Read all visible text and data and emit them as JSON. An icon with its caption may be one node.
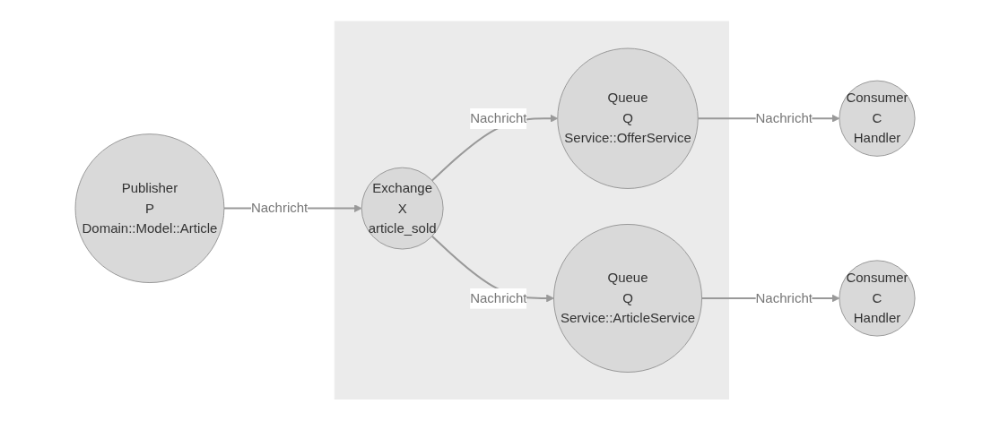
{
  "diagram": {
    "nodes": [
      {
        "text": [
          "Publisher",
          "P",
          "Domain::Model::Article"
        ]
      },
      {
        "text": [],
        "shape": "box"
      },
      {
        "text": [
          "Exchange",
          "X",
          "article_sold"
        ],
        "in": 1
      },
      {
        "text": [
          "Queue",
          "Q",
          "Service::OfferService"
        ],
        "in": 1
      },
      {
        "text": [
          "Queue",
          "Q",
          "Service::ArticleService"
        ],
        "in": 1
      },
      {
        "text": [
          "Consumer",
          "C",
          "Handler"
        ]
      },
      {
        "text": [
          "Consumer",
          "C",
          "Handler"
        ]
      }
    ],
    "edges": [
      {
        "from": 0,
        "to": 2,
        "arrow": "to",
        "label": "Nachricht"
      },
      {
        "from": 2,
        "to": 3,
        "arrow": "to",
        "label": "Nachricht"
      },
      {
        "from": 2,
        "to": 4,
        "arrow": "to",
        "label": "Nachricht"
      },
      {
        "from": 3,
        "to": 5,
        "arrow": "to",
        "label": "Nachricht"
      },
      {
        "from": 4,
        "to": 6,
        "arrow": "to",
        "label": "Nachricht"
      }
    ]
  }
}
